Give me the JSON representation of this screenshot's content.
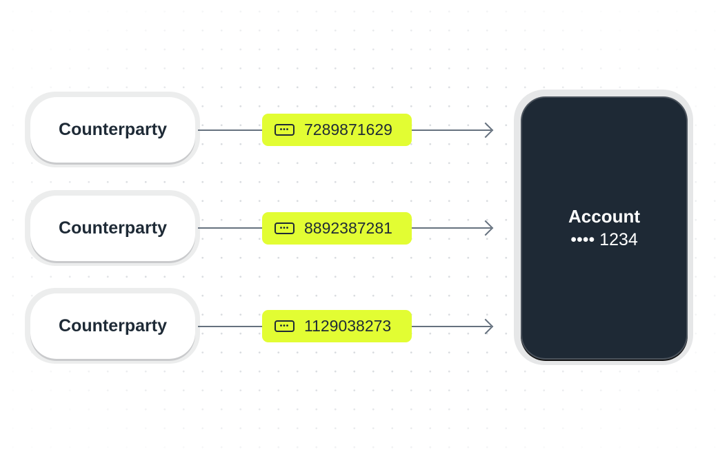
{
  "counterparties": [
    {
      "label": "Counterparty",
      "number": "7289871629"
    },
    {
      "label": "Counterparty",
      "number": "8892387281"
    },
    {
      "label": "Counterparty",
      "number": "1129038273"
    }
  ],
  "account": {
    "title": "Account",
    "masked": "•••• 1234"
  },
  "colors": {
    "badge": "#e2fd33",
    "card": "#1e2935",
    "text": "#1e2a36",
    "line": "#65717e"
  }
}
